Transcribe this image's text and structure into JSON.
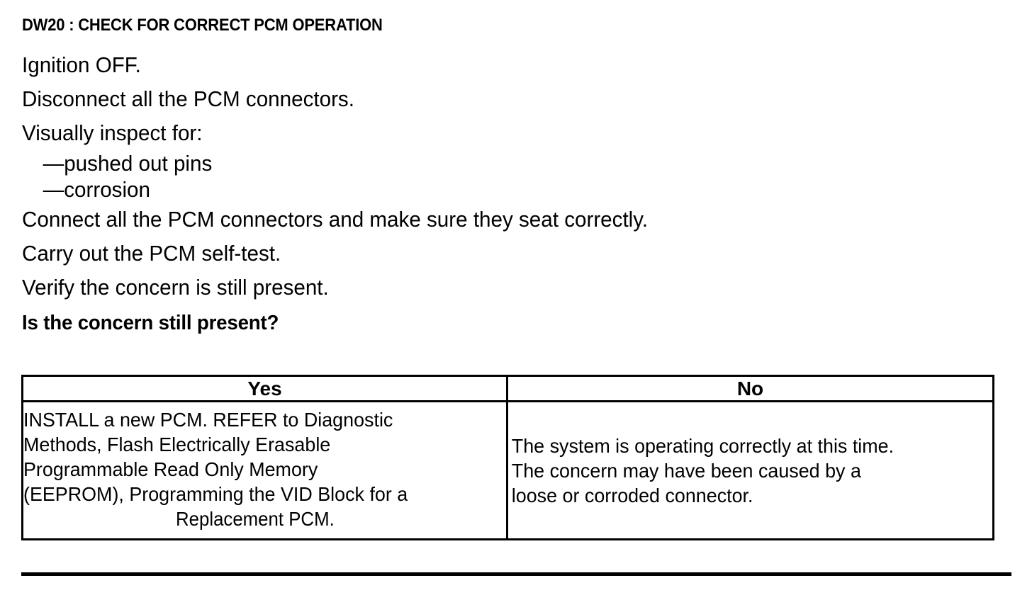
{
  "document": {
    "step_title": "DW20 : CHECK FOR CORRECT PCM OPERATION",
    "instructions": [
      "Ignition OFF.",
      "Disconnect all the PCM connectors.",
      "Visually inspect for:"
    ],
    "inspect_bullets": [
      "—pushed out pins",
      "—corrosion"
    ],
    "instructions_after": [
      "Connect all the PCM connectors and make sure they seat correctly.",
      "Carry out the PCM self-test.",
      "Verify the concern is still present."
    ],
    "question": "Is the concern still present?"
  },
  "decision_table": {
    "headers": {
      "yes": "Yes",
      "no": "No"
    },
    "yes_cell": {
      "lines": [
        "INSTALL a new PCM. REFER to Diagnostic",
        "Methods,  Flash Electrically Erasable",
        "Programmable Read Only Memory",
        "(EEPROM), Programming the VID Block for a"
      ],
      "centered_line": "Replacement PCM."
    },
    "no_cell": {
      "lines": [
        "The system is operating correctly at this time.",
        "The concern may have been caused by a",
        "loose or corroded connector."
      ]
    }
  },
  "colors": {
    "ink": "#000000",
    "paper": "#ffffff"
  }
}
